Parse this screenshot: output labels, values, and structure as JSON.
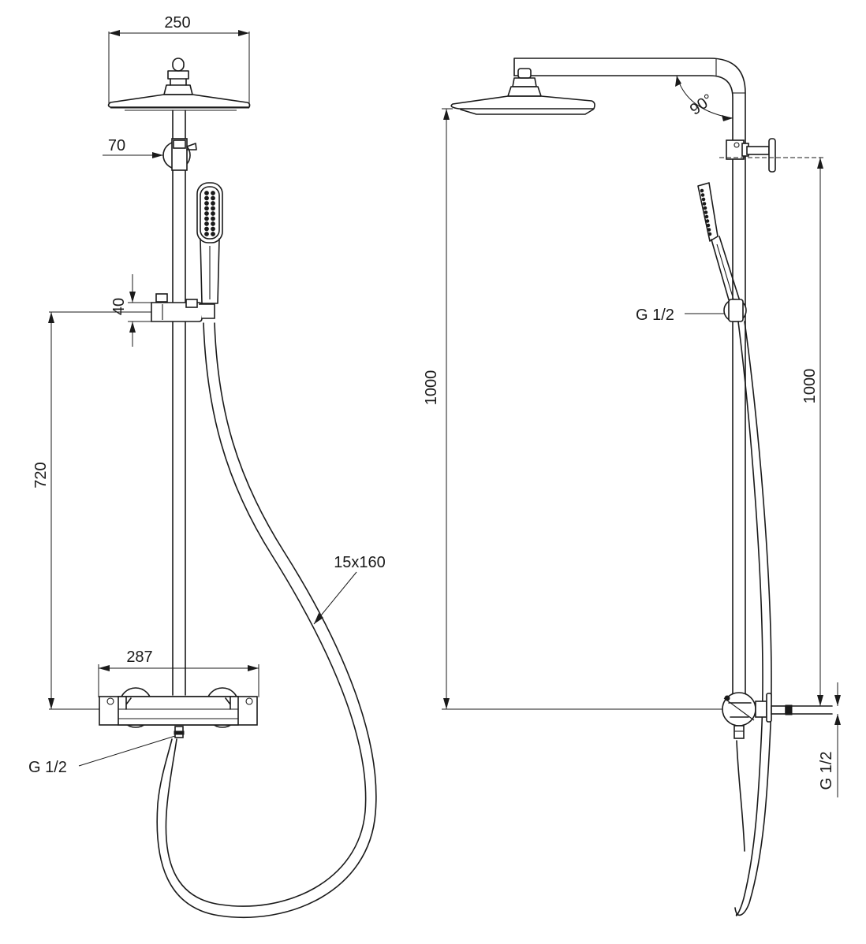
{
  "front_view": {
    "head_width": "250",
    "wall_bracket": "70",
    "holder_height": "40",
    "holder_to_valve": "720",
    "valve_width": "287",
    "hose": "15x160",
    "connection": "G 1/2"
  },
  "side_view": {
    "angle": "90°",
    "head_height": "1000",
    "bracket_height": "1000",
    "hose_connection": "G 1/2",
    "inlet": "G 1/2"
  },
  "icons": {
    "shower_head": "rain-shower-head-icon",
    "hand_shower": "hand-shower-icon",
    "valve": "thermostatic-valve-icon"
  }
}
